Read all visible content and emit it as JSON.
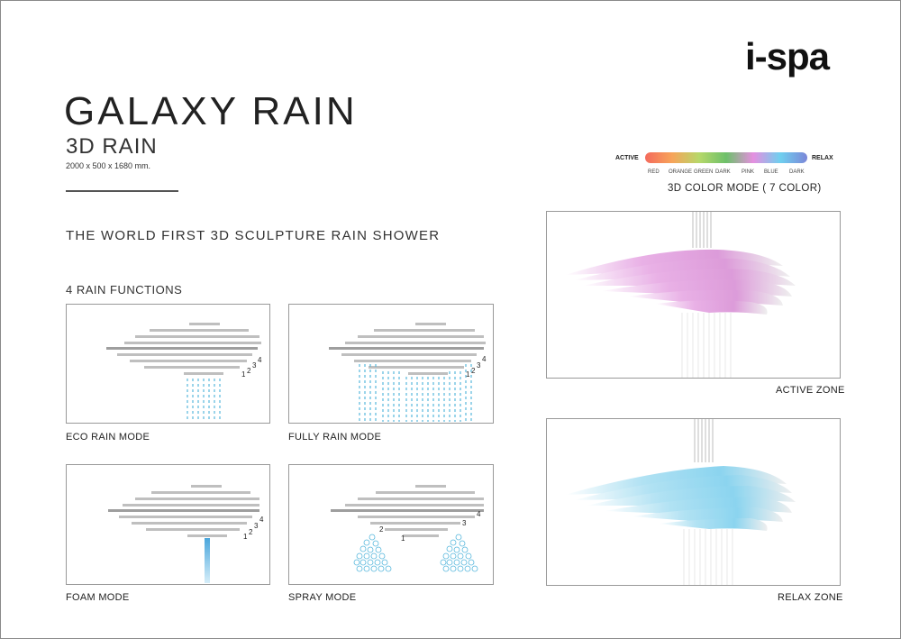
{
  "logo": {
    "text": "i-spa"
  },
  "header": {
    "title": "GALAXY RAIN",
    "subtitle": "3D RAIN",
    "dimensions": "2000 x 500 x 1680 mm."
  },
  "headline": "THE WORLD FIRST 3D SCULPTURE RAIN SHOWER",
  "functions_heading": "4  RAIN FUNCTIONS",
  "modes": [
    {
      "caption": "ECO RAIN MODE",
      "numbers": [
        "1",
        "2",
        "3",
        "4"
      ]
    },
    {
      "caption": "FULLY RAIN MODE",
      "numbers": [
        "1",
        "2",
        "3",
        "4"
      ]
    },
    {
      "caption": "FOAM MODE",
      "numbers": [
        "1",
        "2",
        "3",
        "4"
      ]
    },
    {
      "caption": "SPRAY MODE",
      "numbers": [
        "1",
        "2",
        "3",
        "4"
      ]
    }
  ],
  "color_legend": {
    "left_label": "ACTIVE",
    "right_label": "RELAX",
    "colors": [
      {
        "name": "RED",
        "hex": "#f46a5c"
      },
      {
        "name": "ORANGE",
        "hex": "#f7a45a"
      },
      {
        "name": "GREEN",
        "hex": "#b6d86a"
      },
      {
        "name": "DARK",
        "hex": "#6dc06a"
      },
      {
        "name": "PINK",
        "hex": "#e58fe0"
      },
      {
        "name": "BLUE",
        "hex": "#6fd0ef"
      },
      {
        "name": "DARK",
        "hex": "#7b86d8"
      }
    ],
    "caption": "3D COLOR MODE ( 7 COLOR)"
  },
  "zones": [
    {
      "caption": "ACTIVE ZONE",
      "accent": "#e9a6e6"
    },
    {
      "caption": "RELAX ZONE",
      "accent": "#8fd6ef"
    }
  ]
}
